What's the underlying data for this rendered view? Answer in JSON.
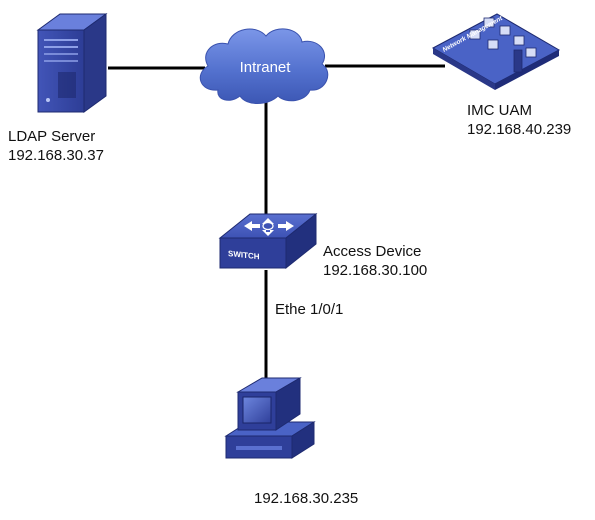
{
  "cloud": {
    "label": "Intranet"
  },
  "ldap_server": {
    "name": "LDAP Server",
    "ip": "192.168.30.37"
  },
  "imc_uam": {
    "name": "IMC UAM",
    "ip": "192.168.40.239",
    "icon_text": "Network Management"
  },
  "access_device": {
    "name": "Access Device",
    "ip": "192.168.30.100",
    "icon_text": "SWITCH"
  },
  "port": {
    "label": "Ethe 1/0/1"
  },
  "host": {
    "ip": "192.168.30.235"
  },
  "colors": {
    "device_blue": "#3b4fb0",
    "device_dark": "#232f7a",
    "cloud_blue": "#5472cf",
    "link": "#000000"
  }
}
